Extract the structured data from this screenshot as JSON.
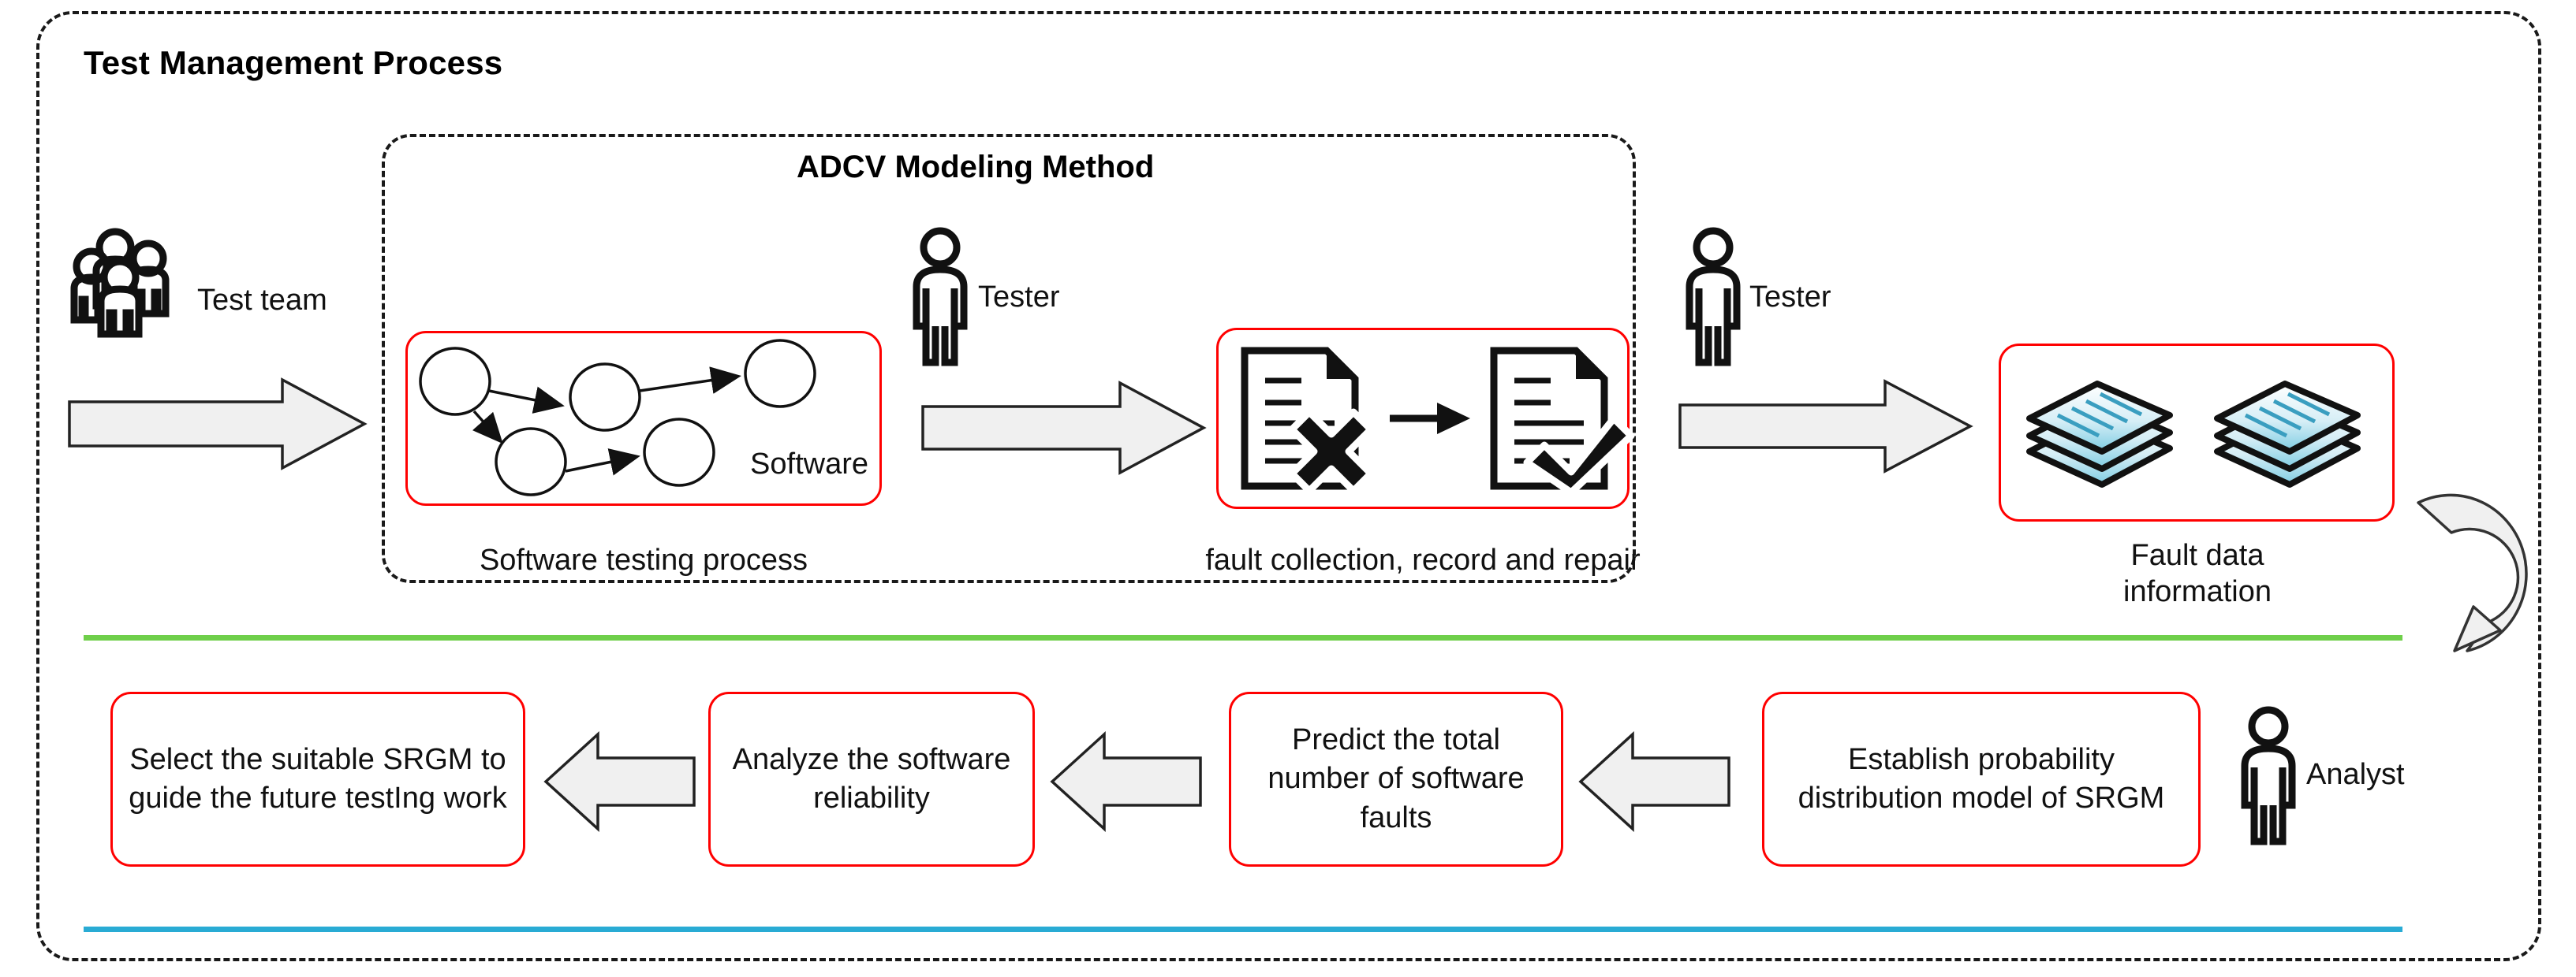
{
  "diagram": {
    "outer_frame_title": "Test Management Process",
    "inner_frame_title": "ADCV Modeling Method",
    "accent_colors": {
      "box_border_red": "#ff0000",
      "frame_dash_black": "#1a1a1a",
      "divider_green": "#6FCF4A",
      "divider_blue": "#29ABD4",
      "arrow_fill_gray": "#F0F0F0",
      "data_stack_blue": "#8ED4E8"
    }
  },
  "top_row": {
    "actors": [
      {
        "icon": "test-team-icon",
        "label": "Test team"
      },
      {
        "icon": "tester-person-icon",
        "label": "Tester"
      },
      {
        "icon": "tester-person-icon",
        "label": "Tester"
      }
    ],
    "stages": [
      {
        "id": "software-testing-process",
        "icon": "software-graph-icon",
        "inline_label": "Software",
        "caption": "Software testing process"
      },
      {
        "id": "fault-collection",
        "icon": "document-fail-to-pass-icon",
        "caption": "fault collection, record and repair"
      },
      {
        "id": "fault-data-information",
        "icon": "data-stacks-icon",
        "caption_line1": "Fault data",
        "caption_line2": "information"
      }
    ],
    "arrows": [
      {
        "name": "arrow-team-to-software",
        "direction": "right"
      },
      {
        "name": "arrow-software-to-fault-collection",
        "direction": "right"
      },
      {
        "name": "arrow-fault-collection-to-fault-data",
        "direction": "right"
      },
      {
        "name": "arrow-loop-down",
        "direction": "curved-clockwise"
      }
    ]
  },
  "bottom_row": {
    "actor": {
      "icon": "analyst-person-icon",
      "label": "Analyst"
    },
    "steps": [
      {
        "id": "select-srgm",
        "text": "Select the suitable SRGM to guide the future testIng work"
      },
      {
        "id": "analyze-reliability",
        "text": "Analyze the software reliability"
      },
      {
        "id": "predict-faults",
        "text": "Predict the total number of software faults"
      },
      {
        "id": "establish-model",
        "text": "Establish probability distribution model of SRGM"
      }
    ],
    "arrows": [
      {
        "name": "arrow-analyze-to-select",
        "direction": "left"
      },
      {
        "name": "arrow-predict-to-analyze",
        "direction": "left"
      },
      {
        "name": "arrow-establish-to-predict",
        "direction": "left"
      }
    ]
  }
}
